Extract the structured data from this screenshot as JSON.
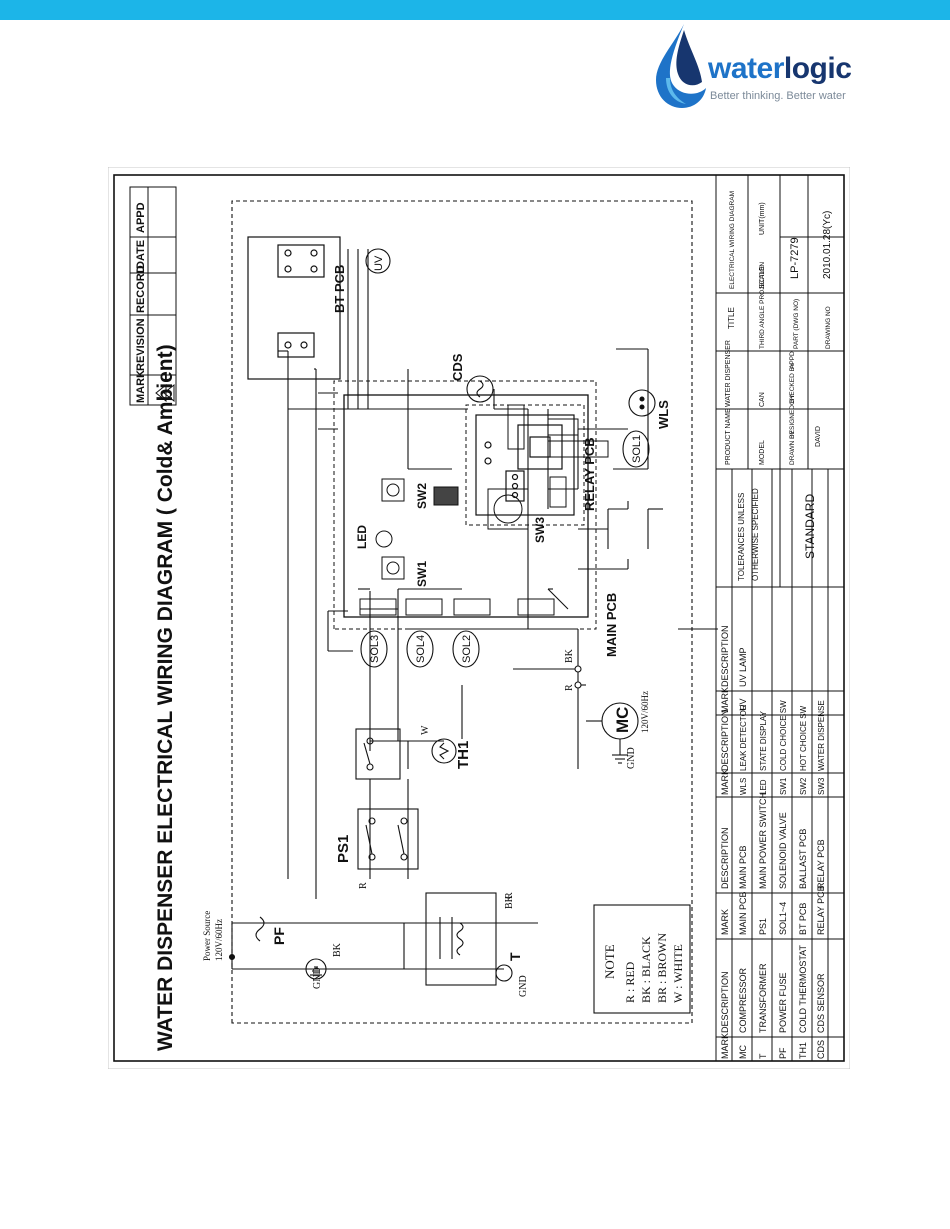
{
  "brand": {
    "word_light": "water",
    "word_dark": "logic",
    "tagline": "Better thinking. Better water",
    "accent_color": "#1cb5e8",
    "logo_blue": "#1e73c8",
    "logo_navy": "#17366f"
  },
  "diagram": {
    "title": "WATER DISPENSER ELECTRICAL WIRING DIAGRAM ( Cold& Ambient)",
    "power_source": "Power Source",
    "power_freq": "120V/60Hz",
    "mc_freq": "120V/60Hz",
    "labels": {
      "pf": "PF",
      "gnd1": "GND",
      "bk1": "BK",
      "t": "T",
      "gnd2": "GND",
      "bk2": "BK",
      "r1": "R",
      "ps1": "PS1",
      "th1": "TH1",
      "w": "W",
      "gnd3": "GND",
      "r2": "R",
      "r3": "R",
      "bk3": "BK",
      "mc": "MC",
      "sol3": "SOL3",
      "sol4": "SOL4",
      "sol2": "SOL2",
      "sw1": "SW1",
      "sw2": "SW2",
      "sw3": "SW3",
      "led": "LED",
      "main_pcb": "MAIN PCB",
      "cds": "CDS",
      "sol1": "SOL1",
      "wls": "WLS",
      "bt_pcb": "BT PCB",
      "uv": "UV",
      "relay_pcb": "RELAY PCB"
    },
    "note": {
      "heading": "NOTE",
      "lines": [
        "R : RED",
        "BK : BLACK",
        "BR : BROWN",
        "W : WHITE"
      ]
    },
    "revision_headers": [
      "MARK",
      "REVISION",
      "RECORD",
      "DATE",
      "APPD"
    ],
    "legend_headers": [
      "MARK",
      "DESCRIPTION",
      "MARK",
      "DESCRIPTION",
      "MARK",
      "DESCRIPTION",
      "MARK",
      "DESCRIPTION"
    ],
    "legend_col1": [
      [
        "MC",
        "COMPRESSOR"
      ],
      [
        "T",
        "TRANSFORMER"
      ],
      [
        "PF",
        "POWER FUSE"
      ],
      [
        "TH1",
        "COLD THERMOSTAT"
      ],
      [
        "CDS",
        "CDS SENSOR"
      ]
    ],
    "legend_col2": [
      [
        "MAIN PCB",
        "MAIN PCB"
      ],
      [
        "PS1",
        "MAIN POWER SWITCH"
      ],
      [
        "SOL1~4",
        "SOLENOID VALVE"
      ],
      [
        "BT PCB",
        "BALLAST PCB"
      ],
      [
        "RELAY PCB",
        "RELAY PCB"
      ]
    ],
    "legend_col3": [
      [
        "WLS",
        "LEAK DETECTOR"
      ],
      [
        "LED",
        "STATE DISPLAY"
      ],
      [
        "SW1",
        "COLD CHOICE SW"
      ],
      [
        "SW2",
        "HOT CHOICE SW"
      ],
      [
        "SW3",
        "WATER DISPENSE"
      ]
    ],
    "legend_col4": [
      [
        "UV",
        "UV LAMP"
      ]
    ],
    "tolerances_1": "TOLERANCES UNLESS",
    "tolerances_2": "OTHERWISE SPECIFIED",
    "standard": "STANDARD",
    "title_block": {
      "product_name_label": "PRODUCT NAME",
      "product_name": "WATER DISPENSER",
      "model_label": "MODEL",
      "model": "CAN",
      "drawn_by": "DRAWN BY",
      "designed_by": "DESIGNED BY",
      "checked_by": "CHECKED BY",
      "appd": "APPD",
      "person": "DAVID",
      "title_label": "TITLE",
      "title_value": "ELECTRICAL WIRING DIAGRAM",
      "projection": "THIRD ANGLE PROJECTION",
      "scale_label": "SCALE",
      "scale_value": "UNIT(mm)",
      "part_no_label": "PART (DWG NO)",
      "part_no": "LP-7279",
      "drawing_no_label": "DRAWING NO",
      "drawing_no": "2010.01.28(Yc)"
    }
  }
}
